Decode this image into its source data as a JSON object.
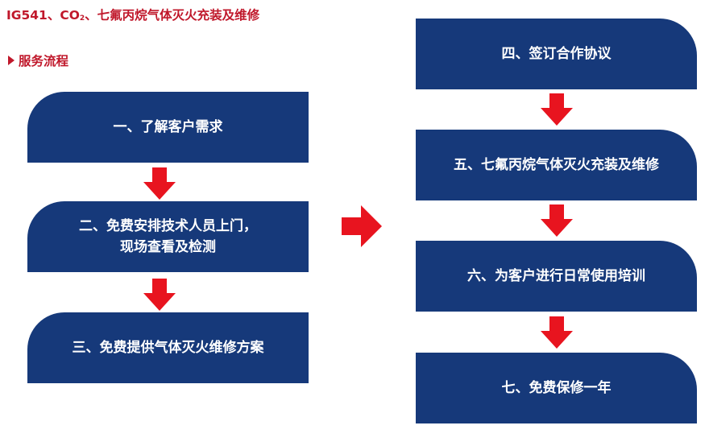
{
  "header": {
    "title_prefix": "IG541、CO",
    "title_sub": "2",
    "title_suffix": "、七氟丙烷气体灭火充装及维修",
    "section_label": "服务流程"
  },
  "steps": {
    "s1": "一、了解客户需求",
    "s2_line1": "二、免费安排技术人员上门，",
    "s2_line2": "现场查看及检测",
    "s3": "三、免费提供气体灭火维修方案",
    "s4": "四、签订合作协议",
    "s5": "五、七氟丙烷气体灭火充装及维修",
    "s6": "六、为客户进行日常使用培训",
    "s7": "七、免费保修一年"
  },
  "colors": {
    "box_fill": "#16397a",
    "arrow_fill": "#e8141f",
    "heading_text": "#c0182b"
  }
}
